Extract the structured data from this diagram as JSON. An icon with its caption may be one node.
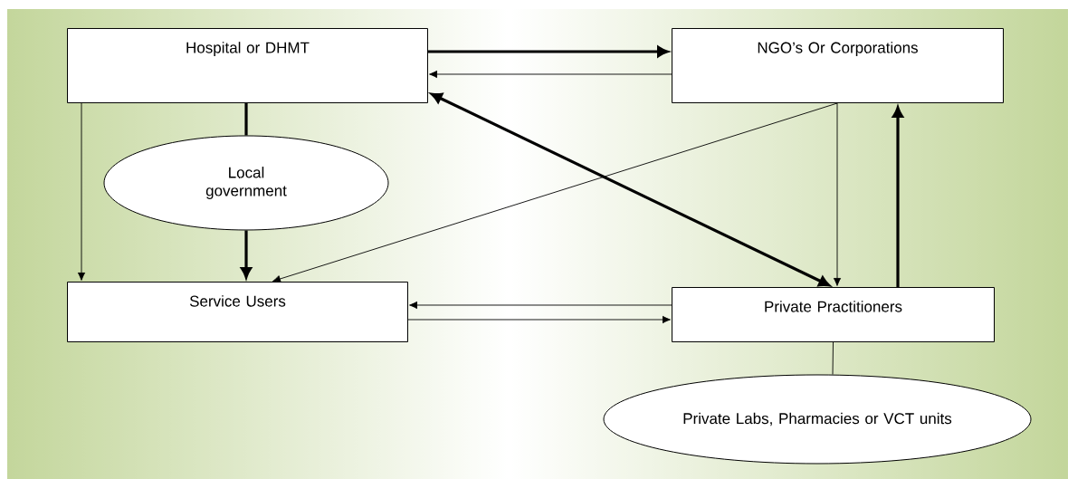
{
  "diagram": {
    "nodes": [
      {
        "text": [
          "Hospital or DHMT"
        ]
      },
      {
        "text": [
          "NGO’s Or Corporations"
        ]
      },
      {
        "text": [
          "Local government"
        ]
      },
      {
        "text": [
          "Service Users"
        ]
      },
      {
        "text": [
          "Private Practitioners"
        ]
      },
      {
        "text": [
          "Private Labs, Pharmacies or VCT units"
        ]
      }
    ],
    "edges": [
      {
        "from": 0,
        "to": 1,
        "arrow": "to",
        "style": "thick"
      },
      {
        "from": 1,
        "to": 0,
        "arrow": "to"
      },
      {
        "from": 0,
        "to": 4,
        "arrow": "both",
        "style": "thick"
      },
      {
        "from": 0,
        "to": 2,
        "arrow": "none",
        "style": "thick"
      },
      {
        "from": 0,
        "to": 3,
        "arrow": "to"
      },
      {
        "from": 2,
        "to": 3,
        "arrow": "to",
        "style": "thick"
      },
      {
        "from": 1,
        "to": 3,
        "arrow": "to"
      },
      {
        "from": 1,
        "to": 4,
        "arrow": "to"
      },
      {
        "from": 4,
        "to": 1,
        "arrow": "to",
        "style": "thick"
      },
      {
        "from": 4,
        "to": 3,
        "arrow": "to"
      },
      {
        "from": 3,
        "to": 4,
        "arrow": "to"
      },
      {
        "from": 4,
        "to": 5,
        "arrow": "none"
      }
    ]
  }
}
